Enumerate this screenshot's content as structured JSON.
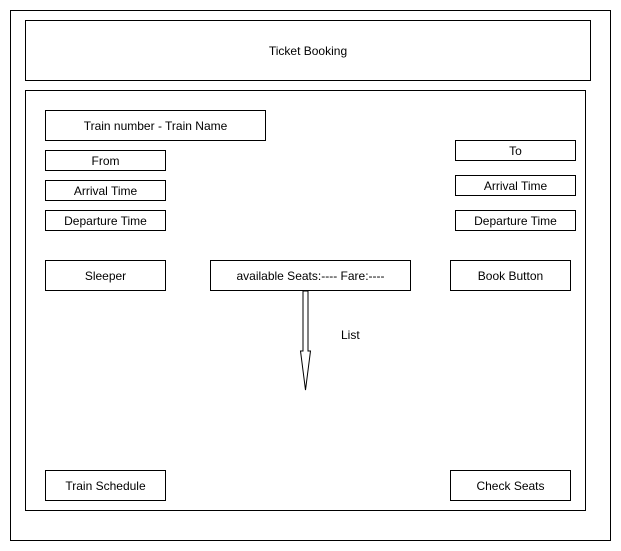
{
  "header": {
    "title": "Ticket Booking"
  },
  "train": {
    "number_name": "Train number - Train Name",
    "from_label": "From",
    "to_label": "To",
    "from_arrival": "Arrival Time",
    "from_departure": "Departure Time",
    "to_arrival": "Arrival Time",
    "to_departure": "Departure Time"
  },
  "booking": {
    "class_label": "Sleeper",
    "seats_fare": "available Seats:---- Fare:----",
    "book_button": "Book Button",
    "list_label": "List"
  },
  "footer": {
    "schedule_button": "Train Schedule",
    "check_seats_button": "Check Seats"
  }
}
